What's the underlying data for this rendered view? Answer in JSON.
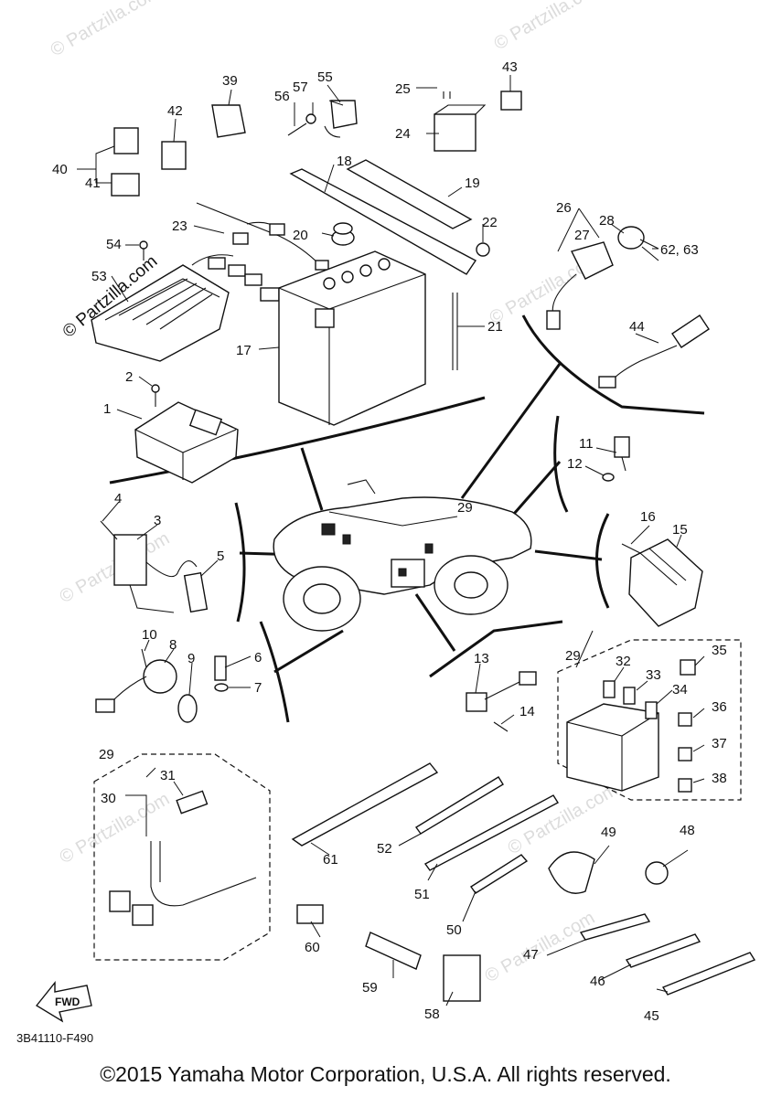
{
  "diagram": {
    "figure_code": "3B41110-F490",
    "copyright": "©2015 Yamaha Motor Corporation, U.S.A. All rights reserved.",
    "watermark": "© Partzilla.com",
    "fwd_label": "FWD",
    "callouts": {
      "c1": "1",
      "c2": "2",
      "c3": "3",
      "c4": "4",
      "c5": "5",
      "c6": "6",
      "c7": "7",
      "c8": "8",
      "c9": "9",
      "c10": "10",
      "c11": "11",
      "c12": "12",
      "c13": "13",
      "c14": "14",
      "c15": "15",
      "c16": "16",
      "c17": "17",
      "c18": "18",
      "c19": "19",
      "c20": "20",
      "c21": "21",
      "c22": "22",
      "c23": "23",
      "c24": "24",
      "c25": "25",
      "c26": "26",
      "c27": "27",
      "c28": "28",
      "c29a": "29",
      "c29b": "29",
      "c29c": "29",
      "c30": "30",
      "c31": "31",
      "c32": "32",
      "c33": "33",
      "c34": "34",
      "c35": "35",
      "c36": "36",
      "c37": "37",
      "c38": "38",
      "c39": "39",
      "c40": "40",
      "c41": "41",
      "c42": "42",
      "c43": "43",
      "c44": "44",
      "c45": "45",
      "c46": "46",
      "c47": "47",
      "c48": "48",
      "c49": "49",
      "c50": "50",
      "c51": "51",
      "c52": "52",
      "c53": "53",
      "c54": "54",
      "c55": "55",
      "c56": "56",
      "c57": "57",
      "c58": "58",
      "c59": "59",
      "c60": "60",
      "c61": "61",
      "c6263": "62, 63"
    },
    "colors": {
      "line": "#111111",
      "watermark": "#dcdcdc",
      "background": "#ffffff"
    }
  }
}
